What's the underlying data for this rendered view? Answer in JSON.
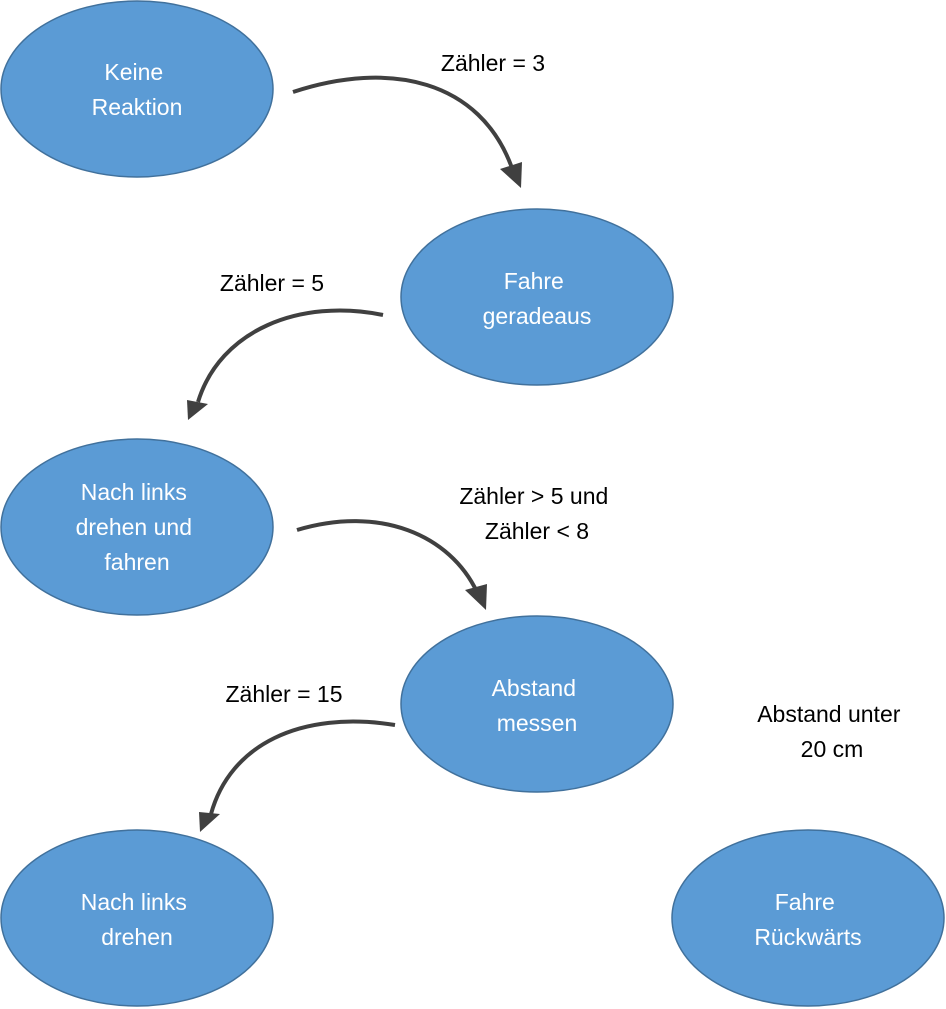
{
  "nodes": {
    "keine_reaktion": [
      "Keine",
      "Reaktion"
    ],
    "fahre_geradeaus": [
      "Fahre",
      "geradeaus"
    ],
    "nach_links_drehen_und_fahren": [
      "Nach links",
      "drehen und",
      "fahren"
    ],
    "abstand_messen": [
      "Abstand",
      "messen"
    ],
    "nach_links_drehen": [
      "Nach links",
      "drehen"
    ],
    "fahre_rueckwaerts": [
      "Fahre",
      "Rückwärts"
    ]
  },
  "conditions": {
    "c1": [
      "Zähler = 3"
    ],
    "c2": [
      "Zähler = 5"
    ],
    "c3": [
      "Zähler > 5 und",
      "Zähler < 8"
    ],
    "c4": [
      "Zähler = 15"
    ],
    "c5": [
      "Abstand unter",
      "20 cm"
    ]
  },
  "colors": {
    "node_fill": "#5b9bd5",
    "node_stroke": "#41719c",
    "arrow": "#404040",
    "node_text": "#ffffff",
    "condition_text": "#000000"
  }
}
